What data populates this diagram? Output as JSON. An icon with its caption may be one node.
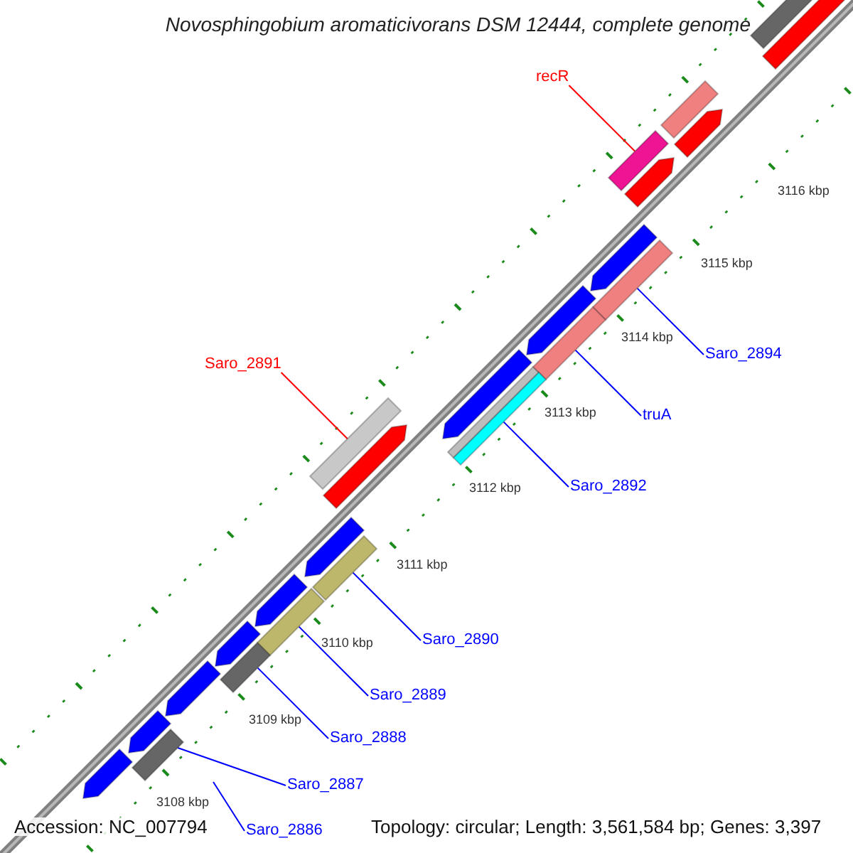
{
  "diagram": {
    "title": "Novosphingobium aromaticivorans DSM 12444, complete genome",
    "nodes": [
      {
        "text": [
          "recR"
        ]
      },
      {
        "text": [],
        "shape": "bar"
      },
      {
        "text": [
          "Saro_2894"
        ]
      },
      {
        "text": [],
        "shape": "bar"
      },
      {
        "text": [
          "Saro_2891"
        ]
      },
      {
        "text": [],
        "shape": "bar"
      },
      {
        "text": [
          "truA"
        ]
      },
      {
        "text": [],
        "shape": "bar"
      },
      {
        "text": [
          "Saro_2892"
        ]
      },
      {
        "text": [],
        "shape": "bar"
      },
      {
        "text": [
          "Saro_2890"
        ]
      },
      {
        "text": [],
        "shape": "bar"
      },
      {
        "text": [
          "Saro_2889"
        ]
      },
      {
        "text": [],
        "shape": "bar"
      },
      {
        "text": [
          "Saro_2888"
        ]
      },
      {
        "text": [],
        "shape": "bar"
      },
      {
        "text": [
          "Saro_2887"
        ]
      },
      {
        "text": [],
        "shape": "bar"
      },
      {
        "text": [
          "Saro_2886"
        ]
      }
    ],
    "edges": [
      {
        "from": 0,
        "to": 1,
        "arrow": "none",
        "color": "#ff0000"
      },
      {
        "from": 2,
        "to": 3,
        "arrow": "none"
      },
      {
        "from": 4,
        "to": 5,
        "arrow": "none",
        "color": "#ff0000"
      },
      {
        "from": 6,
        "to": 7,
        "arrow": "none"
      },
      {
        "from": 8,
        "to": 9,
        "arrow": "none"
      },
      {
        "from": 10,
        "to": 11,
        "arrow": "none"
      },
      {
        "from": 12,
        "to": 13,
        "arrow": "none"
      },
      {
        "from": 14,
        "to": 15,
        "arrow": "none"
      },
      {
        "from": 16,
        "to": 17,
        "arrow": "none"
      },
      {
        "from": 18,
        "to": null,
        "arrow": "none"
      }
    ],
    "labels": [
      "3116 kbp",
      "3115 kbp",
      "3114 kbp",
      "3113 kbp",
      "3112 kbp",
      "3111 kbp",
      "3110 kbp",
      "3109 kbp",
      "3108 kbp",
      "Accession: NC_007794",
      "Topology: circular; Length: 3,561,584 bp; Genes: 3,397"
    ]
  }
}
